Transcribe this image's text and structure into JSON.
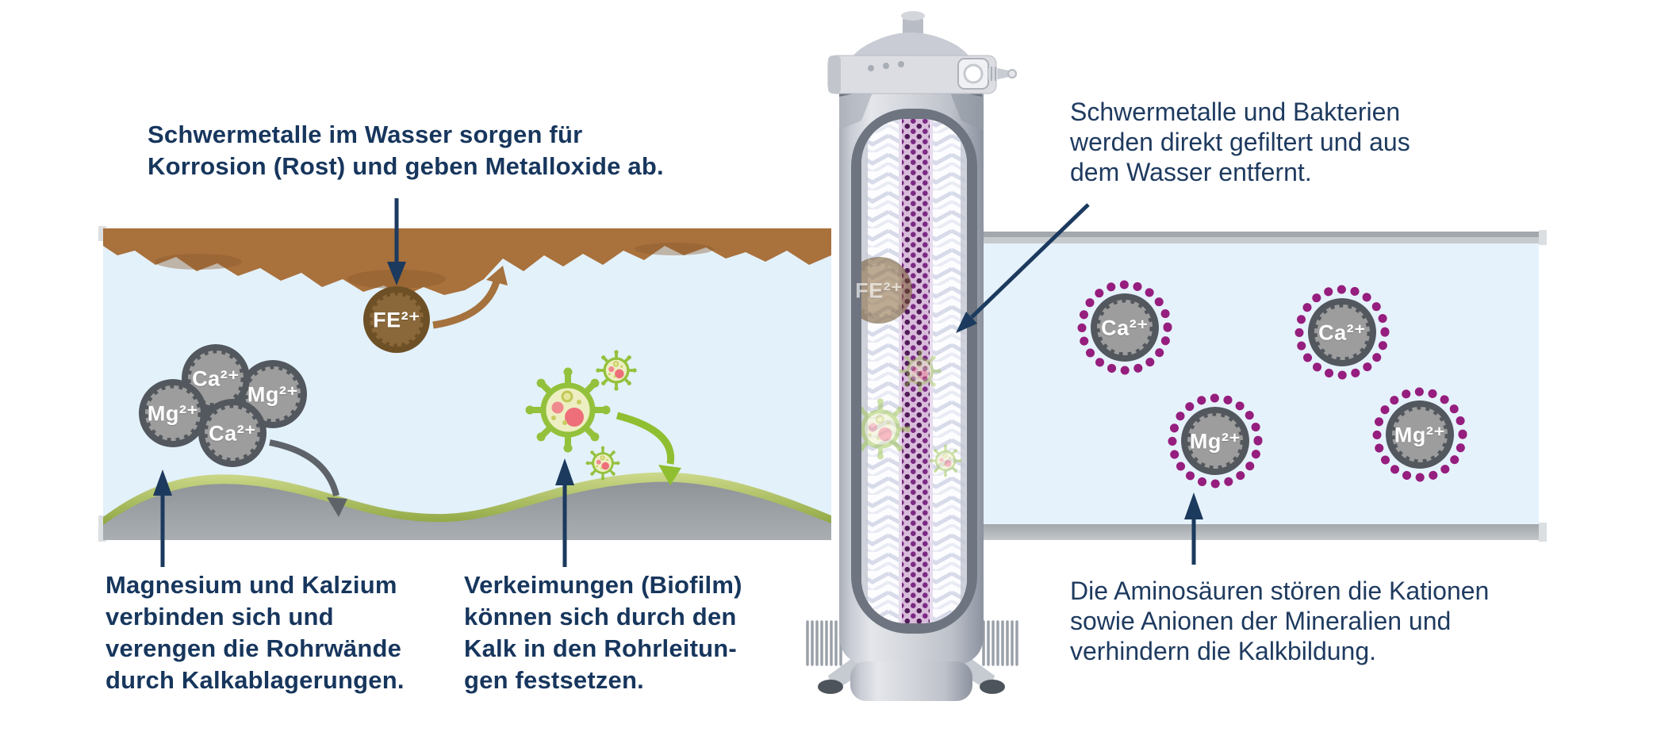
{
  "annotations": {
    "corrosion": "Schwermetalle im Wasser sorgen für\nKorrosion (Rost) und geben Metalloxide ab.",
    "filtering": "Schwermetalle und Bakterien\nwerden direkt gefiltert und aus\ndem Wasser entfernt.",
    "limescale": "Magnesium und Kalzium\nverbinden sich und\nverengen die Rohrwände\ndurch Kalkablagerungen.",
    "biofilm": "Verkeimungen (Biofilm)\nkönnen sich durch den\nKalk in den Rohrleitun-\ngen festsetzen.",
    "amino": "Die Aminosäuren stören die Kationen\nsowie Anionen der Mineralien und\nverhindern die Kalkbildung."
  },
  "particles": {
    "iron": "FE²⁺",
    "iron_filtered": "FE²⁺",
    "cluster": [
      "Ca²⁺",
      "Mg²⁺",
      "Mg²⁺",
      "Ca²⁺"
    ],
    "treated": [
      "Ca²⁺",
      "Ca²⁺",
      "Mg²⁺",
      "Mg²⁺"
    ]
  },
  "colors": {
    "text_navy": "#17365d",
    "arrow_navy": "#1c3a5e",
    "rust_brown": "#a9713c",
    "iron_brown": "#6e5026",
    "ion_gray": "#9d9d9d",
    "ion_outline": "#53585e",
    "bacteria_green": "#94c13c",
    "limescale_green": "#9db84f",
    "amino_purple": "#951e7e",
    "filter_media_purple": "#5e2066",
    "water_blue": "#e3f1fb",
    "pipe_gray": "#b7bcc0"
  }
}
